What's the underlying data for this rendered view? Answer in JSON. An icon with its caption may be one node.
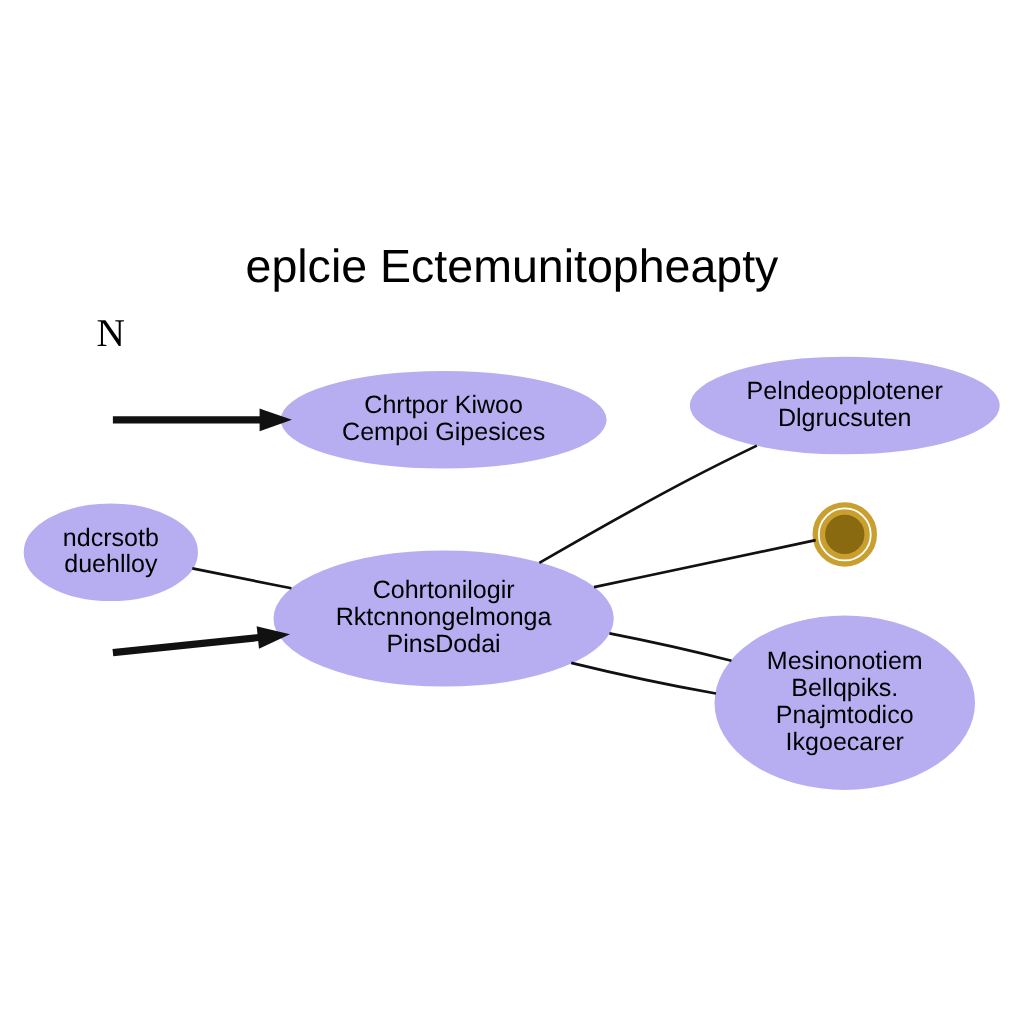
{
  "diagram": {
    "title": "eplcie Ectemunitopheapty",
    "nodes": [
      {
        "text": [
          "ndcrsotb duehlloy"
        ]
      },
      {
        "text": [
          "Cohrtonilogir Rktcnnongelmonga PinsDodai"
        ]
      },
      {
        "text": [
          "Chrtpor Kiwoo Cempoi Gipesices"
        ]
      },
      {
        "text": [
          "Pelndeopplotener Dlgrucsuten"
        ]
      },
      {
        "text": [],
        "shape": "picture"
      },
      {
        "text": [
          "Mesinonotiem Bellqpiks. Pnajmtodico Ikgoecarer"
        ]
      }
    ],
    "edges": [
      {
        "from": 0,
        "to": 1,
        "arrow": "none"
      },
      {
        "from": null,
        "to": 1,
        "arrow": "to",
        "style": "thick"
      },
      {
        "from": null,
        "to": 2,
        "arrow": "to",
        "style": "thick"
      },
      {
        "from": 1,
        "to": 3,
        "arrow": "none"
      },
      {
        "from": 1,
        "to": 4,
        "arrow": "none"
      },
      {
        "from": 1,
        "to": 5,
        "arrow": "none"
      },
      {
        "from": 1,
        "to": 5,
        "arrow": "none"
      }
    ],
    "labels": [
      "N"
    ]
  }
}
